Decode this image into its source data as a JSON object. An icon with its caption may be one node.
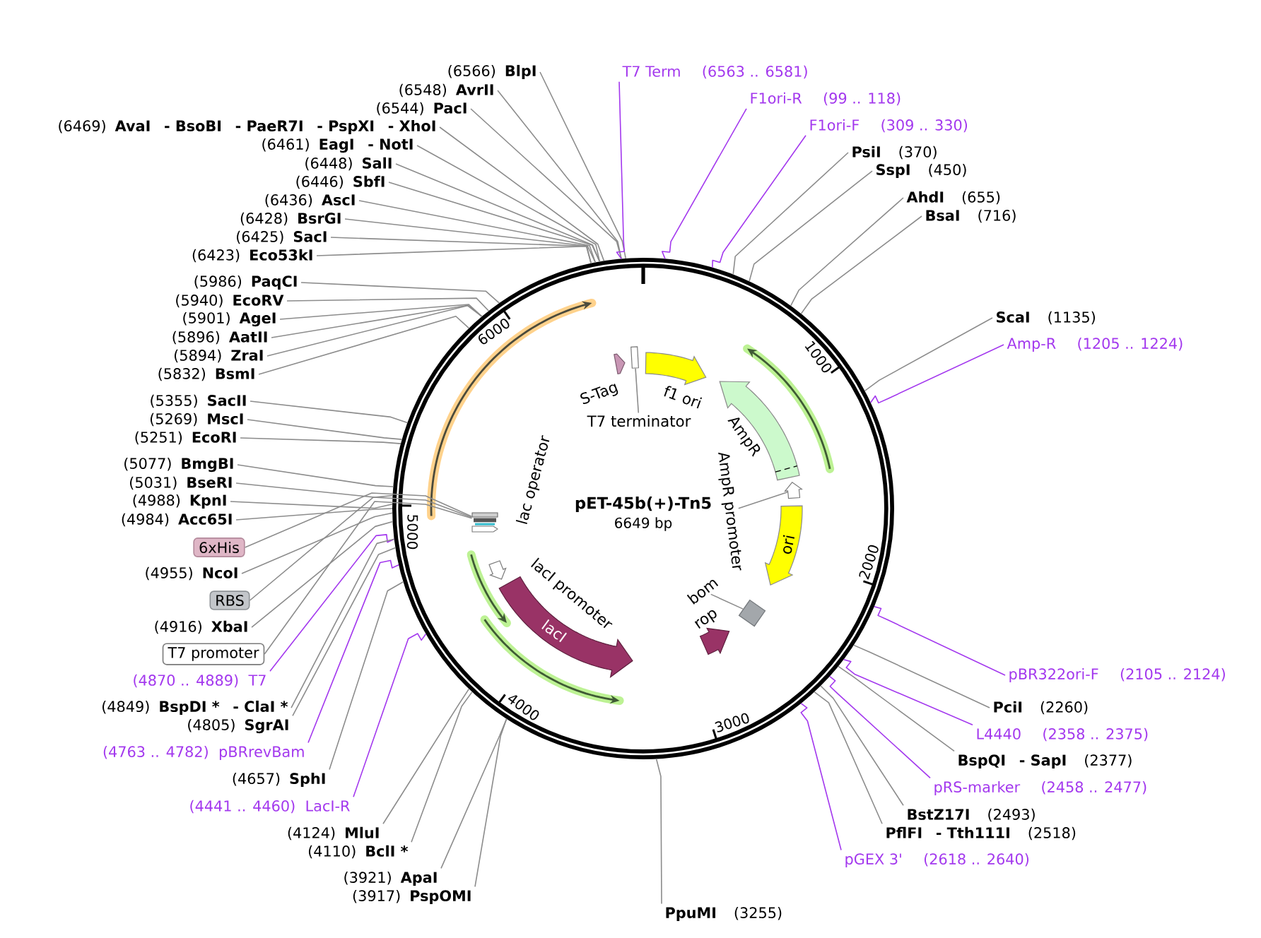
{
  "diagram": {
    "title": "pET-45b(+)-Tn5",
    "nodes": [
      {
        "text": [
          "(6566)",
          "BlpI"
        ]
      },
      {
        "text": [
          "(6548)",
          "AvrII"
        ]
      },
      {
        "text": [
          "(6544)",
          "PacI"
        ]
      },
      {
        "text": [
          "(6469)",
          "AvaI",
          "- BsoBI",
          "- PaeR7I",
          "- PspXI",
          "- XhoI"
        ]
      },
      {
        "text": [
          "(6461)",
          "EagI",
          "- NotI"
        ]
      },
      {
        "text": [
          "(6448)",
          "SalI"
        ]
      },
      {
        "text": [
          "(6446)",
          "SbfI"
        ]
      },
      {
        "text": [
          "(6436)",
          "AscI"
        ]
      },
      {
        "text": [
          "(6428)",
          "BsrGI"
        ]
      },
      {
        "text": [
          "(6425)",
          "SacI"
        ]
      },
      {
        "text": [
          "(6423)",
          "Eco53kI"
        ]
      },
      {
        "text": [
          "(5986)",
          "PaqCI"
        ]
      },
      {
        "text": [
          "(5940)",
          "EcoRV"
        ]
      },
      {
        "text": [
          "(5901)",
          "AgeI"
        ]
      },
      {
        "text": [
          "(5896)",
          "AatII"
        ]
      },
      {
        "text": [
          "(5894)",
          "ZraI"
        ]
      },
      {
        "text": [
          "(5832)",
          "BsmI"
        ]
      },
      {
        "text": [
          "(5355)",
          "SacII"
        ]
      },
      {
        "text": [
          "(5269)",
          "MscI"
        ]
      },
      {
        "text": [
          "(5251)",
          "EcoRI"
        ]
      },
      {
        "text": [
          "(5077)",
          "BmgBI"
        ]
      },
      {
        "text": [
          "(5031)",
          "BseRI"
        ]
      },
      {
        "text": [
          "(4988)",
          "KpnI"
        ]
      },
      {
        "text": [
          "(4984)",
          "Acc65I"
        ]
      },
      {
        "text": [
          "6xHis"
        ]
      },
      {
        "text": [
          "(4955)",
          "NcoI"
        ]
      },
      {
        "text": [
          "RBS"
        ]
      },
      {
        "text": [
          "(4916)",
          "XbaI"
        ]
      },
      {
        "text": [
          "T7 promoter"
        ]
      },
      {
        "text": [
          "(4870 .. 4889)",
          "T7"
        ]
      },
      {
        "text": [
          "(4849)",
          "BspDI *",
          "- ClaI *"
        ]
      },
      {
        "text": [
          "(4805)",
          "SgrAI"
        ]
      },
      {
        "text": [
          "(4763 .. 4782)",
          "pBRrevBam"
        ]
      },
      {
        "text": [
          "(4657)",
          "SphI"
        ]
      },
      {
        "text": [
          "(4441 .. 4460)",
          "LacI-R"
        ]
      },
      {
        "text": [
          "(4124)",
          "MluI"
        ]
      },
      {
        "text": [
          "(4110)",
          "BclI *"
        ]
      },
      {
        "text": [
          "(3921)",
          "ApaI"
        ]
      },
      {
        "text": [
          "(3917)",
          "PspOMI"
        ]
      },
      {
        "text": [
          "T7 Term",
          "(6563 .. 6581)"
        ]
      },
      {
        "text": [
          "F1ori-R",
          "(99 .. 118)"
        ]
      },
      {
        "text": [
          "F1ori-F",
          "(309 .. 330)"
        ]
      },
      {
        "text": [
          "PsiI",
          "(370)"
        ]
      },
      {
        "text": [
          "SspI",
          "(450)"
        ]
      },
      {
        "text": [
          "AhdI",
          "(655)"
        ]
      },
      {
        "text": [
          "BsaI",
          "(716)"
        ]
      },
      {
        "text": [
          "ScaI",
          "(1135)"
        ]
      },
      {
        "text": [
          "Amp-R",
          "(1205 .. 1224)"
        ]
      },
      {
        "text": [
          "pBR322ori-F",
          "(2105 .. 2124)"
        ]
      },
      {
        "text": [
          "PciI",
          "(2260)"
        ]
      },
      {
        "text": [
          "L4440",
          "(2358 .. 2375)"
        ]
      },
      {
        "text": [
          "BspQI",
          "- SapI",
          "(2377)"
        ]
      },
      {
        "text": [
          "pRS-marker",
          "(2458 .. 2477)"
        ]
      },
      {
        "text": [
          "BstZ17I",
          "(2493)"
        ]
      },
      {
        "text": [
          "PflFI",
          "- Tth111I",
          "(2518)"
        ]
      },
      {
        "text": [
          "pGEX 3'",
          "(2618 .. 2640)"
        ]
      },
      {
        "text": [
          "PpuMI",
          "(3255)"
        ]
      },
      {
        "text": [],
        "shape": "circle"
      },
      {
        "text": [],
        "shape": "arrow",
        "beside": [
          "S-Tag"
        ],
        "in": 57
      },
      {
        "text": [],
        "shape": "box",
        "in": 57
      },
      {
        "text": [],
        "shape": "arrow",
        "beside": [
          "f1 ori"
        ],
        "in": 57
      },
      {
        "text": [
          "T7 terminator"
        ],
        "in": 57
      },
      {
        "text": [],
        "shape": "arrow",
        "beside": [
          "AmpR"
        ],
        "in": 57
      },
      {
        "text": [],
        "shape": "arrow",
        "in": 57
      },
      {
        "text": [
          "AmpR promoter"
        ],
        "in": 57
      },
      {
        "text": [
          "ori"
        ],
        "in": 57
      },
      {
        "text": [],
        "shape": "diamond",
        "in": 57
      },
      {
        "text": [
          "bom"
        ],
        "in": 57
      },
      {
        "text": [],
        "shape": "arrow",
        "beside": [
          "rop"
        ],
        "in": 57
      },
      {
        "text": [
          "lacI"
        ],
        "in": 57
      },
      {
        "text": [],
        "shape": "arrow",
        "in": 57
      },
      {
        "text": [],
        "shape": "box",
        "beside": [
          "lac operator"
        ],
        "in": 57
      }
    ],
    "edges": [
      {
        "from": 0,
        "to": 57,
        "arrow": "none"
      },
      {
        "from": 1,
        "to": 57,
        "arrow": "none"
      },
      {
        "from": 2,
        "to": 57,
        "arrow": "none"
      },
      {
        "from": 3,
        "to": 57,
        "arrow": "none"
      },
      {
        "from": 4,
        "to": 57,
        "arrow": "none"
      },
      {
        "from": 5,
        "to": 57,
        "arrow": "none"
      },
      {
        "from": 6,
        "to": 57,
        "arrow": "none"
      },
      {
        "from": 7,
        "to": 57,
        "arrow": "none"
      },
      {
        "from": 8,
        "to": 57,
        "arrow": "none"
      },
      {
        "from": 9,
        "to": 57,
        "arrow": "none"
      },
      {
        "from": 10,
        "to": 57,
        "arrow": "none"
      },
      {
        "from": 11,
        "to": 57,
        "arrow": "none"
      },
      {
        "from": 12,
        "to": 57,
        "arrow": "none"
      },
      {
        "from": 13,
        "to": 57,
        "arrow": "none"
      },
      {
        "from": 14,
        "to": 57,
        "arrow": "none"
      },
      {
        "from": 15,
        "to": 57,
        "arrow": "none"
      },
      {
        "from": 16,
        "to": 57,
        "arrow": "none"
      },
      {
        "from": 17,
        "to": 57,
        "arrow": "none"
      },
      {
        "from": 18,
        "to": 57,
        "arrow": "none"
      },
      {
        "from": 19,
        "to": 57,
        "arrow": "none"
      },
      {
        "from": 20,
        "to": 57,
        "arrow": "none"
      },
      {
        "from": 21,
        "to": 57,
        "arrow": "none"
      },
      {
        "from": 22,
        "to": 57,
        "arrow": "none"
      },
      {
        "from": 23,
        "to": 57,
        "arrow": "none"
      },
      {
        "from": 24,
        "to": 71,
        "arrow": "none"
      },
      {
        "from": 25,
        "to": 57,
        "arrow": "none"
      },
      {
        "from": 26,
        "to": 71,
        "arrow": "none"
      },
      {
        "from": 27,
        "to": 57,
        "arrow": "none"
      },
      {
        "from": 28,
        "to": 71,
        "arrow": "none"
      },
      {
        "from": 29,
        "to": 57,
        "arrow": "none",
        "color": "#a338ee"
      },
      {
        "from": 30,
        "to": 57,
        "arrow": "none"
      },
      {
        "from": 31,
        "to": 57,
        "arrow": "none"
      },
      {
        "from": 32,
        "to": 57,
        "arrow": "none",
        "color": "#a338ee"
      },
      {
        "from": 33,
        "to": 57,
        "arrow": "none"
      },
      {
        "from": 34,
        "to": 57,
        "arrow": "none",
        "color": "#a338ee"
      },
      {
        "from": 35,
        "to": 57,
        "arrow": "none"
      },
      {
        "from": 36,
        "to": 57,
        "arrow": "none"
      },
      {
        "from": 37,
        "to": 57,
        "arrow": "none"
      },
      {
        "from": 38,
        "to": 57,
        "arrow": "none"
      },
      {
        "from": 39,
        "to": 57,
        "arrow": "none",
        "color": "#a338ee"
      },
      {
        "from": 40,
        "to": 57,
        "arrow": "none",
        "color": "#a338ee"
      },
      {
        "from": 41,
        "to": 57,
        "arrow": "none",
        "color": "#a338ee"
      },
      {
        "from": 42,
        "to": 57,
        "arrow": "none"
      },
      {
        "from": 43,
        "to": 57,
        "arrow": "none"
      },
      {
        "from": 44,
        "to": 57,
        "arrow": "none"
      },
      {
        "from": 45,
        "to": 57,
        "arrow": "none"
      },
      {
        "from": 46,
        "to": 57,
        "arrow": "none"
      },
      {
        "from": 47,
        "to": 57,
        "arrow": "none",
        "color": "#a338ee"
      },
      {
        "from": 48,
        "to": 57,
        "arrow": "none",
        "color": "#a338ee"
      },
      {
        "from": 49,
        "to": 57,
        "arrow": "none"
      },
      {
        "from": 50,
        "to": 57,
        "arrow": "none",
        "color": "#a338ee"
      },
      {
        "from": 51,
        "to": 57,
        "arrow": "none"
      },
      {
        "from": 52,
        "to": 57,
        "arrow": "none",
        "color": "#a338ee"
      },
      {
        "from": 53,
        "to": 57,
        "arrow": "none"
      },
      {
        "from": 54,
        "to": 57,
        "arrow": "none"
      },
      {
        "from": 55,
        "to": 57,
        "arrow": "none",
        "color": "#a338ee"
      },
      {
        "from": 56,
        "to": 57,
        "arrow": "none"
      },
      {
        "from": 61,
        "to": 59,
        "arrow": "none"
      },
      {
        "from": 64,
        "to": 63,
        "arrow": "none"
      },
      {
        "from": 67,
        "to": 66,
        "arrow": "none"
      }
    ],
    "labels": [
      "6649 bp",
      "lacI promoter",
      "1000",
      "2000",
      "3000",
      "4000",
      "5000",
      "6000"
    ]
  }
}
